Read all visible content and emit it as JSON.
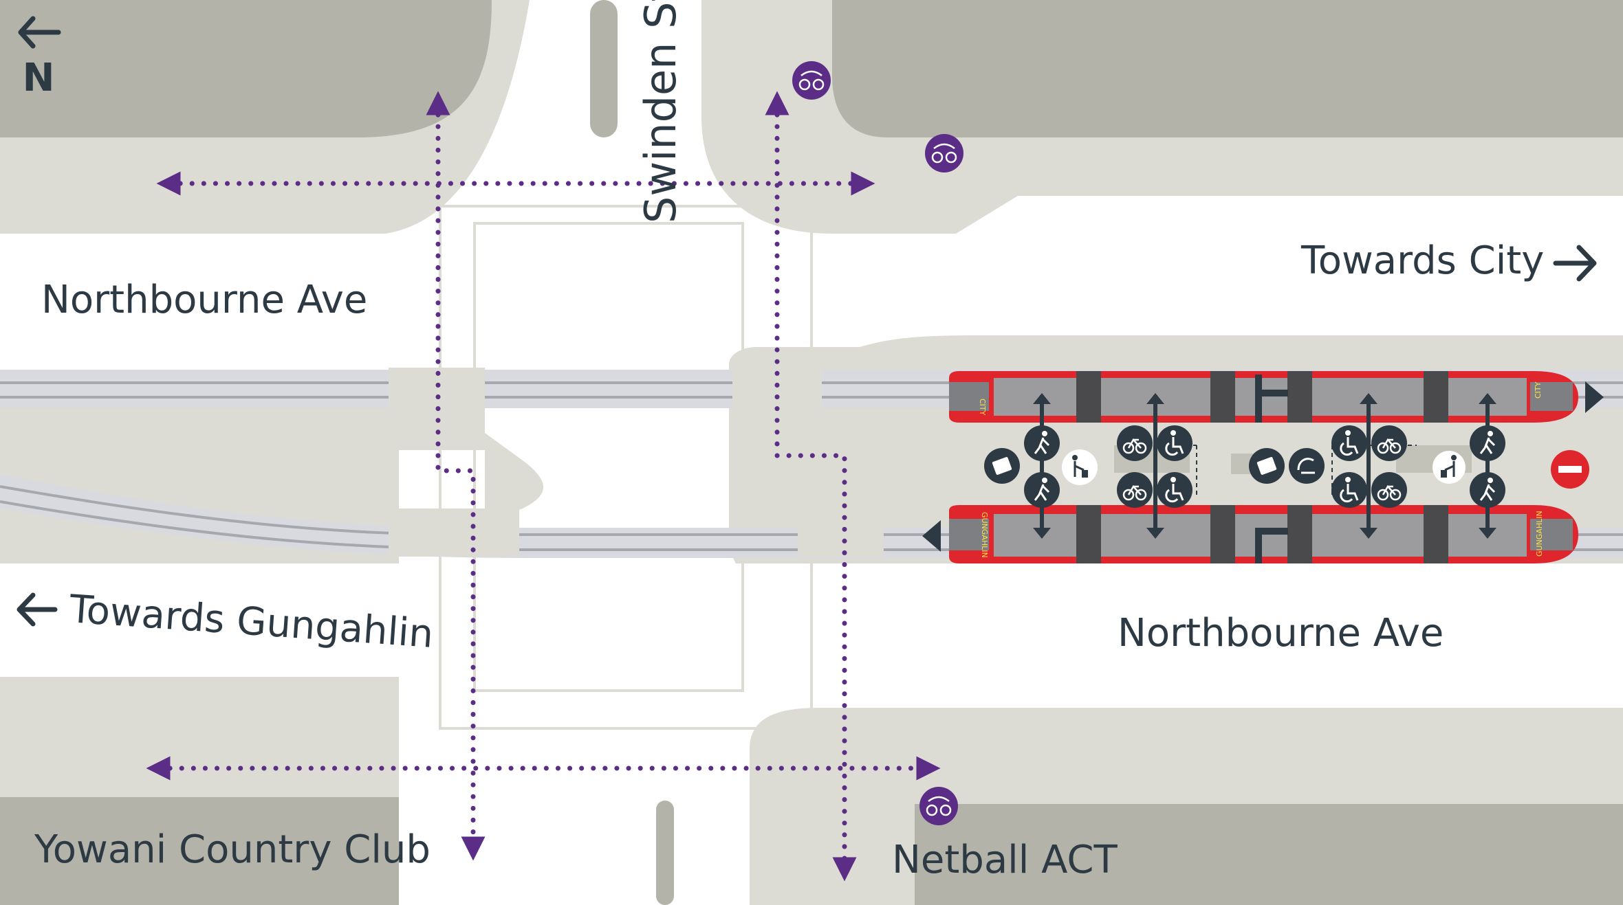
{
  "compass": {
    "letter": "N",
    "icon": "north-arrow-icon"
  },
  "labels": {
    "street_cross": "Swinden St",
    "road_north": "Northbourne Ave",
    "road_south": "Northbourne Ave",
    "towards_city": "Towards City",
    "towards_gungahlin": "Towards Gungahlin",
    "place_sw": "Yowani Country Club",
    "place_se": "Netball ACT"
  },
  "tram_destinations": {
    "top": "CITY",
    "bottom": "GUNGAHLIN"
  },
  "icons": {
    "bike_parking": "bike-parking-icon",
    "pedestrian": "pedestrian-icon",
    "bicycle": "bicycle-icon",
    "wheelchair": "wheelchair-icon",
    "ticket": "ticket-machine-icon",
    "help_point": "help-point-icon",
    "bin": "bin-icon",
    "no_entry": "no-entry-icon"
  },
  "colors": {
    "route": "#5b2d86",
    "road_fill": "#dcdcd4",
    "block_fill": "#b3b3a9",
    "text": "#2d3a44",
    "tram_red": "#e0262d",
    "icon_dark": "#2d3a44",
    "no_entry": "#e0262d"
  }
}
